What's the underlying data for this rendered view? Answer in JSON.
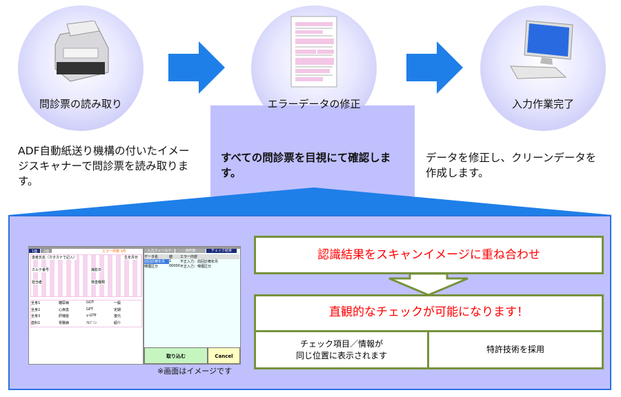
{
  "steps": [
    {
      "label": "問診票の読み取り",
      "icon": "scanner-icon",
      "description": "ADF自動紙送り機構の付いたイメージスキャナーで問診票を読み取ります。"
    },
    {
      "label": "エラーデータの修正",
      "icon": "form-document-icon",
      "description": "すべての問診票を目視にて確認します。"
    },
    {
      "label": "入力作業完了",
      "icon": "computer-icon",
      "description": "データを修正し、クリーンデータを作成します。"
    }
  ],
  "screen": {
    "tabs": [
      "1面",
      "2面"
    ],
    "error_count": "エラー件数 1件",
    "right_tabs": [
      "入力フィールド",
      "残件数",
      "チェック結果"
    ],
    "table_headers": [
      "データ名",
      "値",
      "エラー内容"
    ],
    "rows": [
      [
        "前回診療年月",
        "1",
        "不正入力：前回診療年月"
      ],
      [
        "喫煙区分",
        "00000",
        "不正入力：喫煙区分"
      ]
    ],
    "fields": [
      "患者氏名（カタカナで記入）",
      "生年月日",
      "カルテ番号",
      "撮影日",
      "担当者",
      "検査種類"
    ],
    "checks": [
      "全身1",
      "全身2",
      "全身3",
      "歯科1",
      "糖尿病",
      "心疾患",
      "肝機能",
      "胃腸病",
      "GOT",
      "GPT",
      "γ-GTP",
      "ｱﾙﾌﾞﾐﾝ",
      "一般",
      "定期",
      "復元",
      "紹介"
    ],
    "ok_button": "取り込む",
    "cancel_button": "Cancel",
    "caption": "※画面はイメージです"
  },
  "callouts": {
    "top": "認識結果をスキャンイメージに重ね合わせ",
    "main": "直観的なチェックが可能になります！",
    "left": "チェック項目／情報が\n同じ位置に表示されます",
    "right": "特許技術を採用"
  },
  "colors": {
    "arrow": "#1f7fe8",
    "panel": "#c0c0ff",
    "box_border": "#76923c",
    "accent_text": "#ff0000"
  }
}
